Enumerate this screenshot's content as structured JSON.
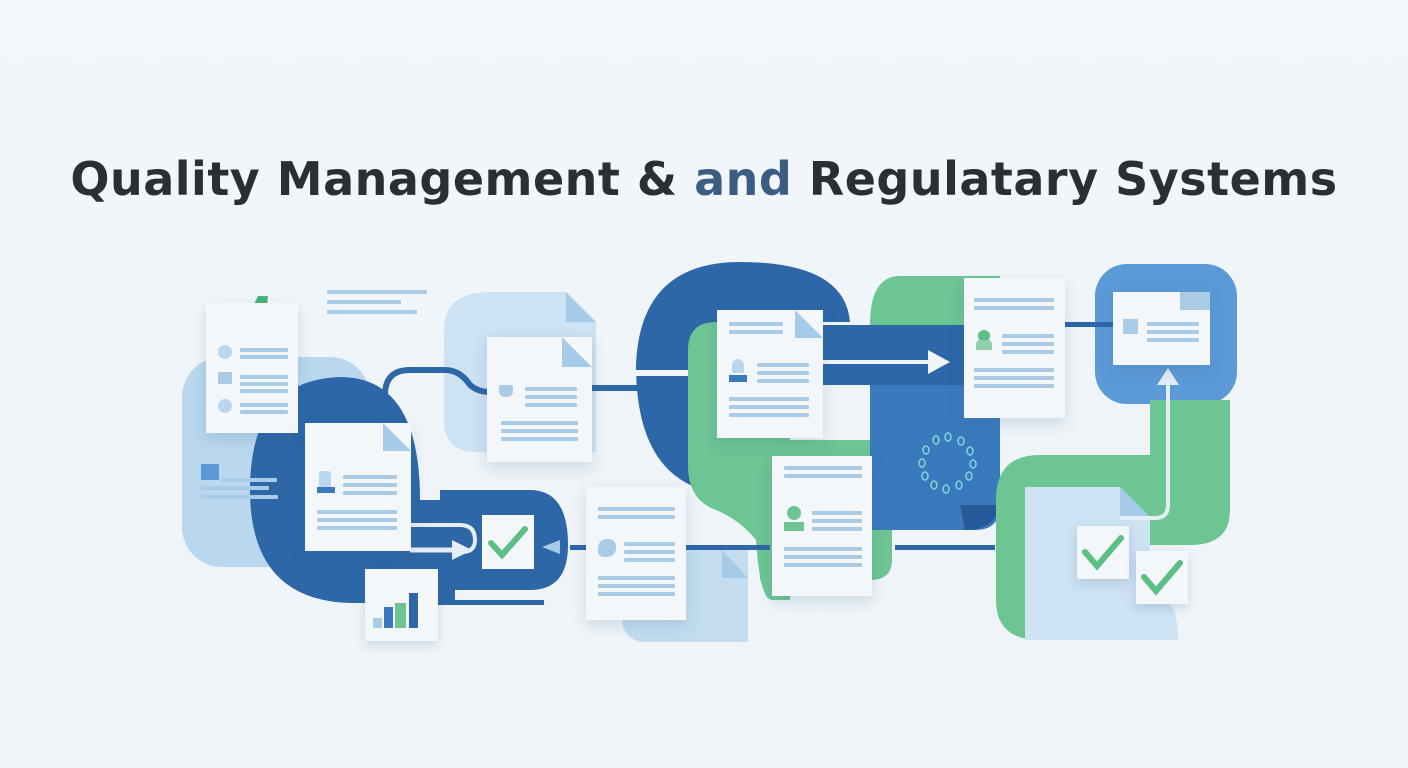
{
  "title": {
    "part1": "Quality Management & ",
    "part2": "and",
    "part3": " Regulatary Systems"
  },
  "colors": {
    "background": "#f0f5f8",
    "dark_blue": "#2d67a8",
    "mid_blue": "#5b9ad6",
    "light_blue": "#b9d7ee",
    "green": "#6cc593",
    "check_green": "#5bbf86",
    "paper": "#f3f7fa",
    "text_line": "#a9cbe6"
  },
  "illustration": {
    "description": "Workflow diagram of documents flowing through blue and green rounded pipelines with approval checkmarks",
    "nodes": [
      {
        "id": "doc-checklist",
        "type": "document",
        "icon": "checklist-icon"
      },
      {
        "id": "doc-form-left",
        "type": "document",
        "icon": "user-form-icon"
      },
      {
        "id": "doc-upper-mid",
        "type": "document",
        "icon": "document-icon"
      },
      {
        "id": "doc-center",
        "type": "document",
        "icon": "user-form-icon"
      },
      {
        "id": "doc-right-profile",
        "type": "document",
        "icon": "user-form-icon"
      },
      {
        "id": "doc-lower-mid",
        "type": "document",
        "icon": "document-icon"
      },
      {
        "id": "doc-lower-center",
        "type": "document",
        "icon": "user-form-icon"
      },
      {
        "id": "card-top-right",
        "type": "card",
        "icon": "document-icon"
      },
      {
        "id": "chart-card",
        "type": "chart",
        "icon": "bar-chart-icon"
      },
      {
        "id": "check-1",
        "type": "approval",
        "icon": "checkmark-icon"
      },
      {
        "id": "check-2",
        "type": "approval",
        "icon": "checkmark-icon"
      },
      {
        "id": "check-3",
        "type": "approval",
        "icon": "checkmark-icon"
      },
      {
        "id": "loading-ring",
        "type": "status",
        "icon": "spinner-icon"
      }
    ]
  }
}
